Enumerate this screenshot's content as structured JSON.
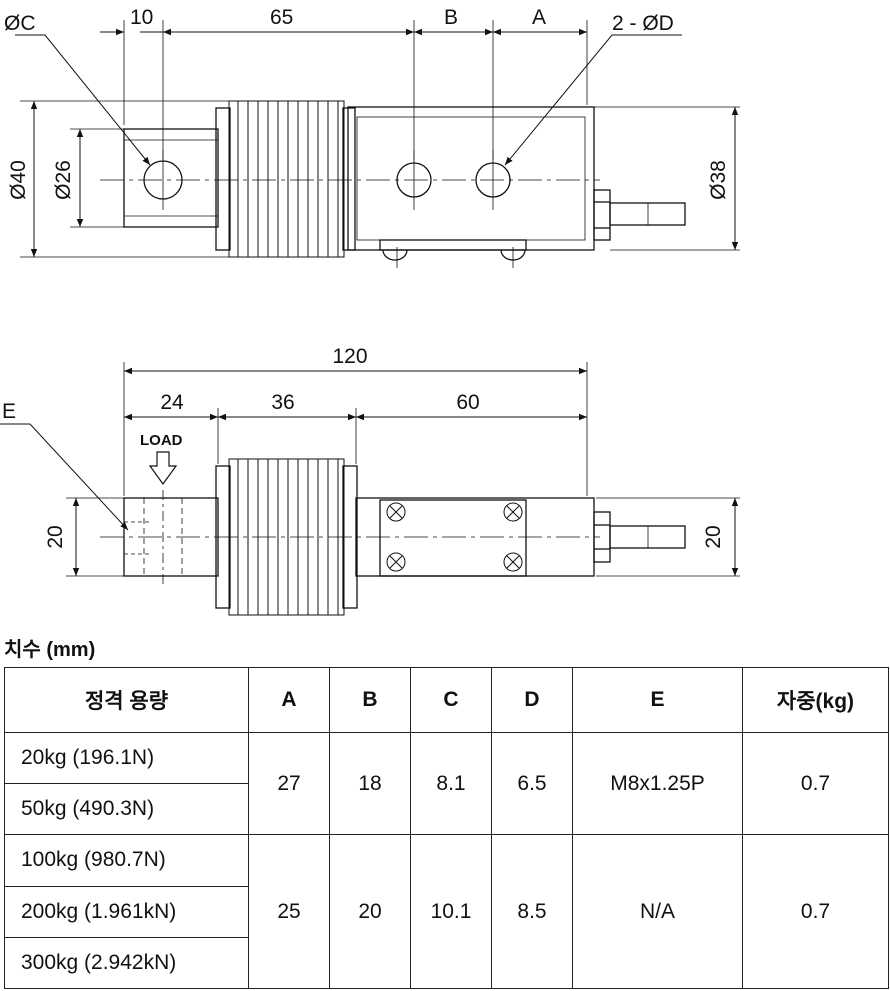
{
  "top_view": {
    "label_oc": "ØC",
    "dim_10": "10",
    "dim_65": "65",
    "dim_b": "B",
    "dim_a": "A",
    "label_2od": "2 - ØD",
    "dim_o40": "Ø40",
    "dim_o26": "Ø26",
    "dim_o38": "Ø38"
  },
  "side_view": {
    "dim_120": "120",
    "dim_24": "24",
    "dim_36": "36",
    "dim_60": "60",
    "label_e": "E",
    "load": "LOAD",
    "dim_20_left": "20",
    "dim_20_right": "20"
  },
  "table": {
    "title": "치수 (mm)",
    "headers": [
      "정격 용량",
      "A",
      "B",
      "C",
      "D",
      "E",
      "자중(kg)"
    ],
    "group1": {
      "capacities": [
        "20kg (196.1N)",
        "50kg (490.3N)"
      ],
      "a": "27",
      "b": "18",
      "c": "8.1",
      "d": "6.5",
      "e": "M8x1.25P",
      "weight": "0.7"
    },
    "group2": {
      "capacities": [
        "100kg (980.7N)",
        "200kg (1.961kN)",
        "300kg (2.942kN)"
      ],
      "a": "25",
      "b": "20",
      "c": "10.1",
      "d": "8.5",
      "e": "N/A",
      "weight": "0.7"
    }
  }
}
